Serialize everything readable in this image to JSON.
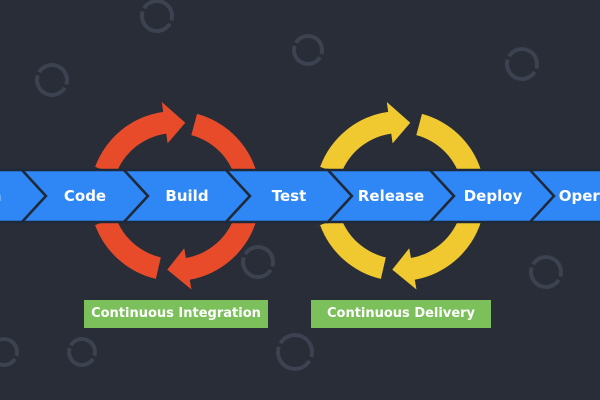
{
  "stages": [
    "Plan",
    "Code",
    "Build",
    "Test",
    "Release",
    "Deploy",
    "Operate"
  ],
  "loops": [
    {
      "name": "Continuous Integration",
      "color": "#e84b2a"
    },
    {
      "name": "Continuous Delivery",
      "color": "#f0c930"
    }
  ],
  "colors": {
    "background": "#282d38",
    "pipeline": "#2f86f5",
    "chevron_edge": "#1e2a3a",
    "badge": "#7cc05b",
    "decor_icon": "#3c424f"
  },
  "icons": [
    "refresh-icon"
  ]
}
